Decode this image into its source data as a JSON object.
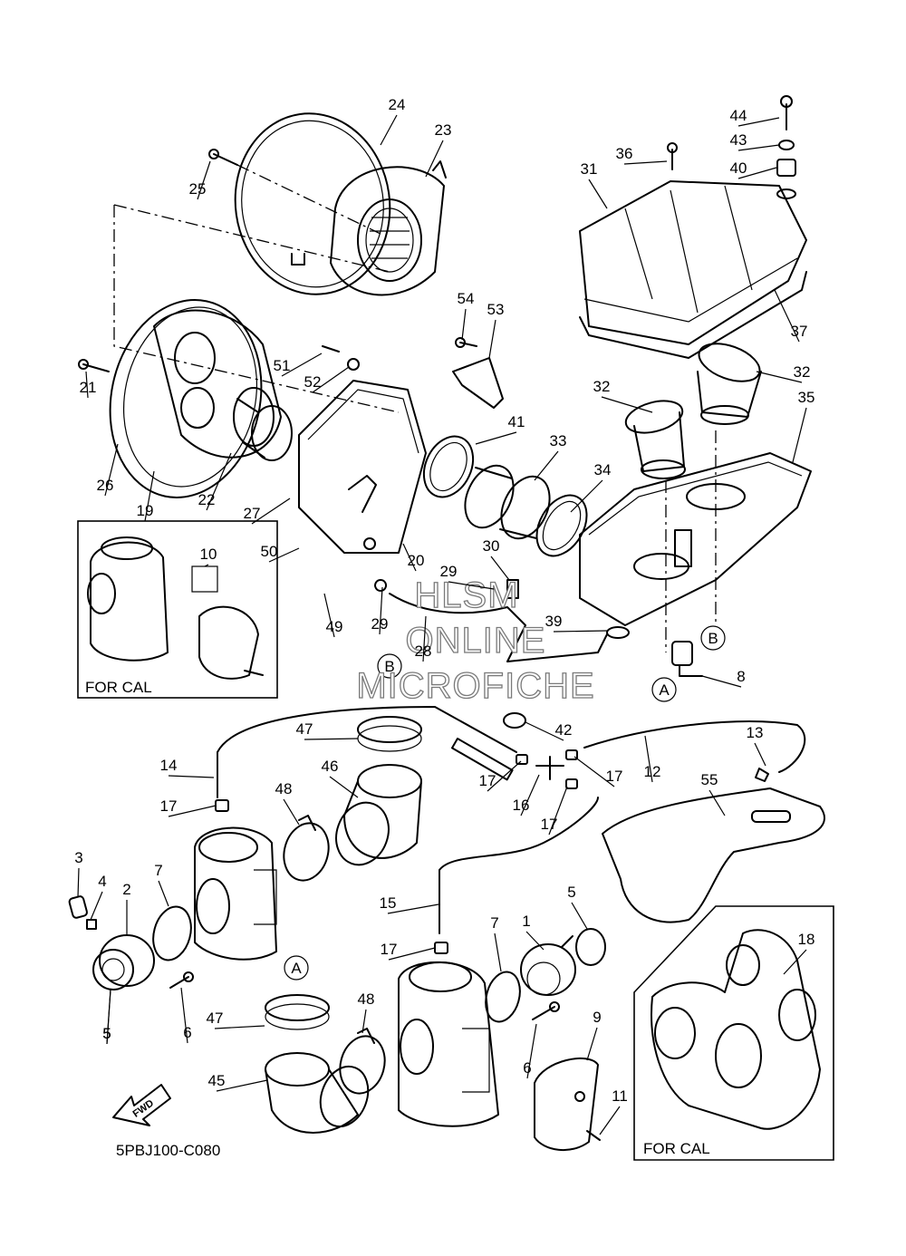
{
  "diagram_code": "5PBJ100-C080",
  "boxes": [
    {
      "id": "cal-box-left",
      "caption": "FOR CAL"
    },
    {
      "id": "cal-box-right",
      "caption": "FOR CAL"
    }
  ],
  "connectors": [
    "A",
    "B",
    "A",
    "B"
  ],
  "forward_arrow": "FWD",
  "watermark": [
    "HLSM",
    "ONLINE",
    "MICROFICHE"
  ],
  "callouts": [
    "1",
    "2",
    "3",
    "4",
    "5",
    "5",
    "5",
    "6",
    "6",
    "7",
    "7",
    "8",
    "9",
    "10",
    "11",
    "12",
    "13",
    "14",
    "15",
    "16",
    "17",
    "17",
    "17",
    "17",
    "17",
    "18",
    "19",
    "20",
    "21",
    "22",
    "23",
    "24",
    "25",
    "26",
    "27",
    "28",
    "29",
    "29",
    "30",
    "31",
    "32",
    "32",
    "33",
    "34",
    "35",
    "36",
    "37",
    "39",
    "40",
    "41",
    "42",
    "43",
    "44",
    "45",
    "46",
    "47",
    "47",
    "48",
    "48",
    "49",
    "50",
    "51",
    "52",
    "53",
    "54",
    "55"
  ]
}
